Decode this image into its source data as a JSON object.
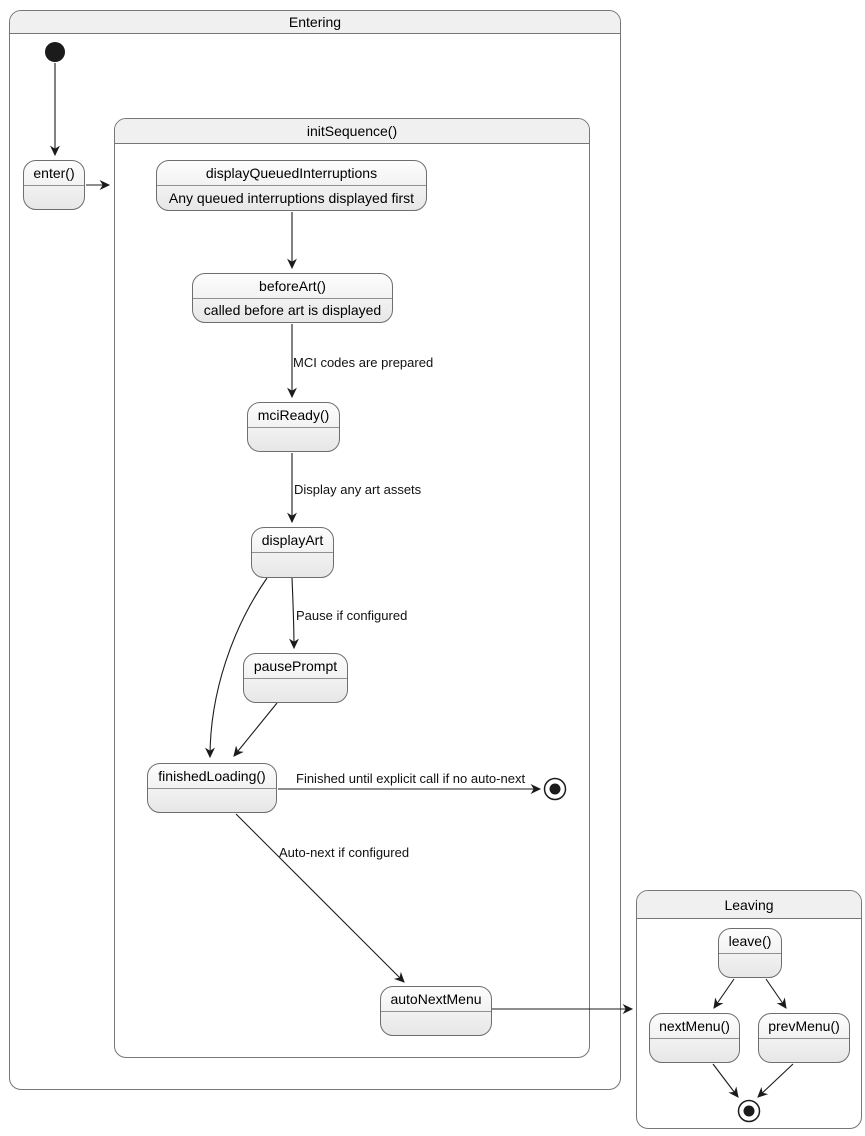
{
  "diagram_type": "uml-state-diagram",
  "containers": {
    "entering": {
      "title": "Entering"
    },
    "init_sequence": {
      "title": "initSequence()"
    },
    "leaving": {
      "title": "Leaving"
    }
  },
  "states": {
    "enter": {
      "label": "enter()"
    },
    "display_queued_interruptions": {
      "label": "displayQueuedInterruptions",
      "description": "Any queued interruptions displayed first"
    },
    "before_art": {
      "label": "beforeArt()",
      "description": "called before art is displayed"
    },
    "mci_ready": {
      "label": "mciReady()"
    },
    "display_art": {
      "label": "displayArt"
    },
    "pause_prompt": {
      "label": "pausePrompt"
    },
    "finished_loading": {
      "label": "finishedLoading()"
    },
    "auto_next_menu": {
      "label": "autoNextMenu"
    },
    "leave": {
      "label": "leave()"
    },
    "next_menu": {
      "label": "nextMenu()"
    },
    "prev_menu": {
      "label": "prevMenu()"
    }
  },
  "edge_labels": {
    "mci_codes": "MCI codes are prepared",
    "display_assets": "Display any art assets",
    "pause": "Pause if configured",
    "finished": "Finished until explicit call if no auto-next",
    "auto_next": "Auto-next if configured"
  },
  "transitions": [
    {
      "from": "initial",
      "to": "enter()",
      "label": ""
    },
    {
      "from": "enter()",
      "to": "initSequence()",
      "label": ""
    },
    {
      "from": "displayQueuedInterruptions",
      "to": "beforeArt()",
      "label": ""
    },
    {
      "from": "beforeArt()",
      "to": "mciReady()",
      "label": "MCI codes are prepared"
    },
    {
      "from": "mciReady()",
      "to": "displayArt",
      "label": "Display any art assets"
    },
    {
      "from": "displayArt",
      "to": "pausePrompt",
      "label": "Pause if configured"
    },
    {
      "from": "displayArt",
      "to": "finishedLoading()",
      "label": ""
    },
    {
      "from": "pausePrompt",
      "to": "finishedLoading()",
      "label": ""
    },
    {
      "from": "finishedLoading()",
      "to": "final-entering",
      "label": "Finished until explicit call if no auto-next"
    },
    {
      "from": "finishedLoading()",
      "to": "autoNextMenu",
      "label": "Auto-next if configured"
    },
    {
      "from": "autoNextMenu",
      "to": "Leaving",
      "label": ""
    },
    {
      "from": "leave()",
      "to": "nextMenu()",
      "label": ""
    },
    {
      "from": "leave()",
      "to": "prevMenu()",
      "label": ""
    },
    {
      "from": "nextMenu()",
      "to": "final-leaving",
      "label": ""
    },
    {
      "from": "prevMenu()",
      "to": "final-leaving",
      "label": ""
    }
  ],
  "colors": {
    "state_fill_top": "#fdfdfd",
    "state_fill_bottom": "#e7e7e7",
    "state_border": "#6e6e6e",
    "container_border": "#767676",
    "container_title_fill": "#f0f0f0",
    "arrow": "#1b1b1b",
    "text": "#000000"
  }
}
